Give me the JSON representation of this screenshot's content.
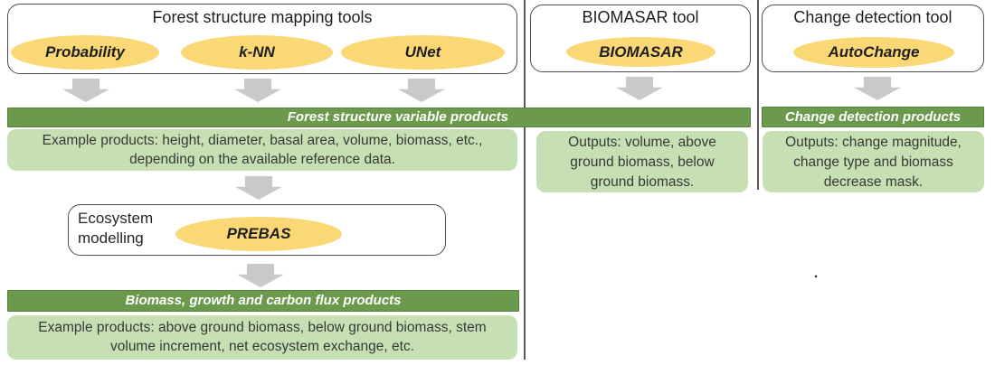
{
  "diagram": {
    "forest": {
      "title": "Forest structure mapping tools",
      "tools": [
        {
          "label": "Probability"
        },
        {
          "label": "k-NN"
        },
        {
          "label": "UNet"
        }
      ],
      "products_bar_label": "Forest structure variable products",
      "products_box_lines": [
        "Example products: height, diameter, basal area, volume, biomass, etc.,",
        "depending on the available reference data."
      ],
      "ecosystem_box": {
        "label_lines": [
          "Ecosystem",
          "modelling"
        ],
        "tool_label": "PREBAS"
      },
      "biomass_bar_label": "Biomass, growth and carbon flux products",
      "biomass_box_lines": [
        "Example products: above ground biomass, below ground biomass, stem",
        "volume increment, net ecosystem exchange, etc."
      ]
    },
    "biomasar": {
      "title": "BIOMASAR tool",
      "tool_label": "BIOMASAR",
      "outputs_box_lines": [
        "Outputs: volume, above",
        "ground biomass, below",
        "ground biomass."
      ]
    },
    "change_detection": {
      "title": "Change detection tool",
      "tool_label": "AutoChange",
      "products_bar_label": "Change detection products",
      "outputs_box_lines": [
        "Outputs: change magnitude,",
        "change type and biomass",
        "decrease mask."
      ]
    },
    "stray_mark": "."
  },
  "colors": {
    "bar-green": "#6C9A4D",
    "bar-green-border": "#55813A",
    "light-green": "#C6E0B4",
    "ellipse-yellow": "#FBD876",
    "arrow-gray": "#C9C9C9",
    "box-border": "#4D4D4D",
    "divider": "#595959"
  }
}
